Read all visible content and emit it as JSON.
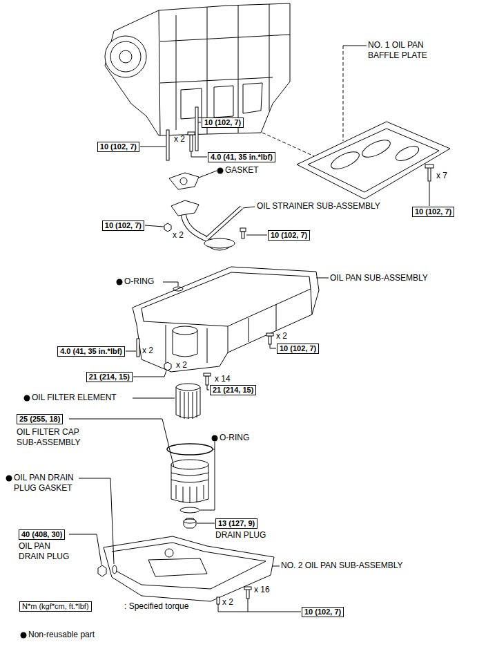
{
  "diagram": {
    "nodes": [
      {
        "text": [
          "10 (102, 7)"
        ]
      },
      {
        "text": [
          "10 (102, 7)"
        ]
      },
      {
        "text": [
          "4.0 (41, 35 in.*lbf)"
        ]
      },
      {
        "text": [
          "10 (102, 7)"
        ]
      },
      {
        "text": [
          "10 (102, 7)"
        ]
      },
      {
        "text": [
          "10 (102, 7)"
        ]
      },
      {
        "text": [
          "10 (102, 7)"
        ]
      },
      {
        "text": [
          "4.0 (41, 35 in.*lbf)"
        ]
      },
      {
        "text": [
          "21 (214, 15)"
        ]
      },
      {
        "text": [
          "21 (214, 15)"
        ]
      },
      {
        "text": [
          "25 (255, 18)"
        ]
      },
      {
        "text": [
          "13 (127, 9)"
        ]
      },
      {
        "text": [
          "40 (408, 30)"
        ]
      },
      {
        "text": [
          "N*m (kgf*cm, ft.*lbf)"
        ]
      },
      {
        "text": [
          "10 (102, 7)"
        ]
      }
    ],
    "labels": [
      "NO. 1 OIL PAN BAFFLE PLATE",
      "x 2",
      "GASKET",
      "x 7",
      "OIL STRAINER SUB-ASSEMBLY",
      "x 2",
      "O-RING",
      "OIL PAN SUB-ASSEMBLY",
      "x 2",
      "x 2",
      "x 2",
      "x 14",
      "OIL FILTER ELEMENT",
      "OIL FILTER CAP SUB-ASSEMBLY",
      "O-RING",
      "OIL PAN DRAIN PLUG GASKET",
      "DRAIN PLUG",
      "OIL PAN DRAIN PLUG",
      "NO. 2 OIL PAN SUB-ASSEMBLY",
      "x 2",
      "x 16"
    ],
    "legend": [
      {
        "text": ": Specified torque"
      },
      {
        "text": "Non-reusable part"
      }
    ]
  }
}
